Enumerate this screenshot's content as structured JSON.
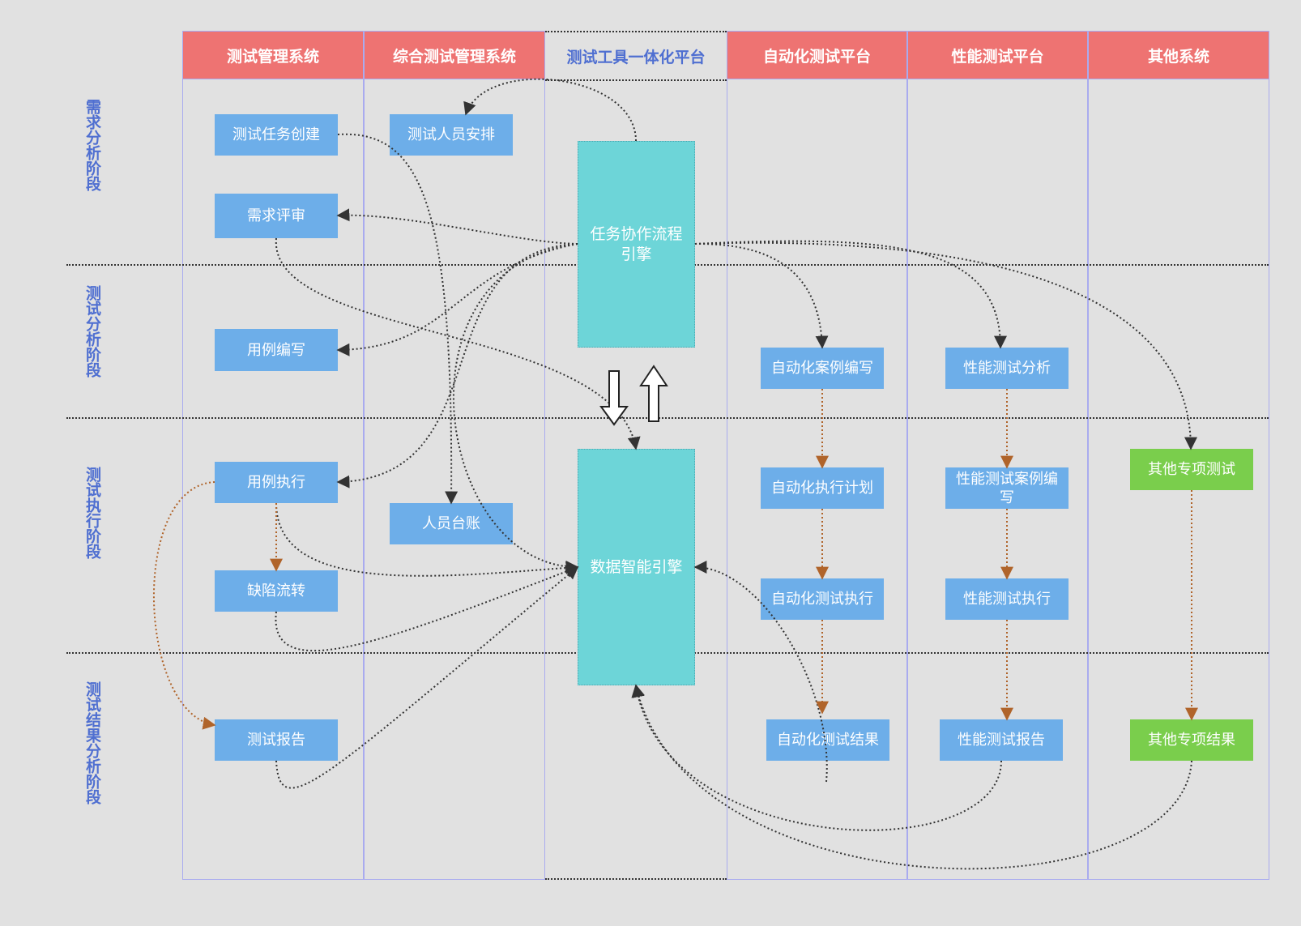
{
  "lanes": [
    {
      "id": "tms",
      "title": "测试管理系统"
    },
    {
      "id": "itms",
      "title": "综合测试管理系统"
    },
    {
      "id": "platform",
      "title": "测试工具一体化平台"
    },
    {
      "id": "auto",
      "title": "自动化测试平台"
    },
    {
      "id": "perf",
      "title": "性能测试平台"
    },
    {
      "id": "other",
      "title": "其他系统"
    }
  ],
  "phases": [
    {
      "id": "req",
      "label": "需求分析阶段"
    },
    {
      "id": "ana",
      "label": "测试分析阶段"
    },
    {
      "id": "exec",
      "label": "测试执行阶段"
    },
    {
      "id": "result",
      "label": "测试结果分析阶段"
    }
  ],
  "nodes": {
    "task_create": "测试任务创建",
    "staff_arrange": "测试人员安排",
    "req_review": "需求评审",
    "case_write": "用例编写",
    "case_exec": "用例执行",
    "staff_ledger": "人员台账",
    "defect_flow": "缺陷流转",
    "test_report": "测试报告",
    "auto_case": "自动化案例编写",
    "auto_plan": "自动化执行计划",
    "auto_exec": "自动化测试执行",
    "auto_result": "自动化测试结果",
    "perf_ana": "性能测试分析",
    "perf_case": "性能测试案例编写",
    "perf_exec": "性能测试执行",
    "perf_report": "性能测试报告",
    "other_test": "其他专项测试",
    "other_result": "其他专项结果"
  },
  "engines": {
    "task_engine": "任务协作流程引擎",
    "data_engine": "数据智能引擎"
  },
  "colors": {
    "lane_header": "#ee7372",
    "node": "#6daee9",
    "node_special": "#7ace4c",
    "engine": "#6dd5d8",
    "phase_text": "#4f6fd1",
    "flow_link": "#333333",
    "sequence_link": "#b0642a"
  }
}
